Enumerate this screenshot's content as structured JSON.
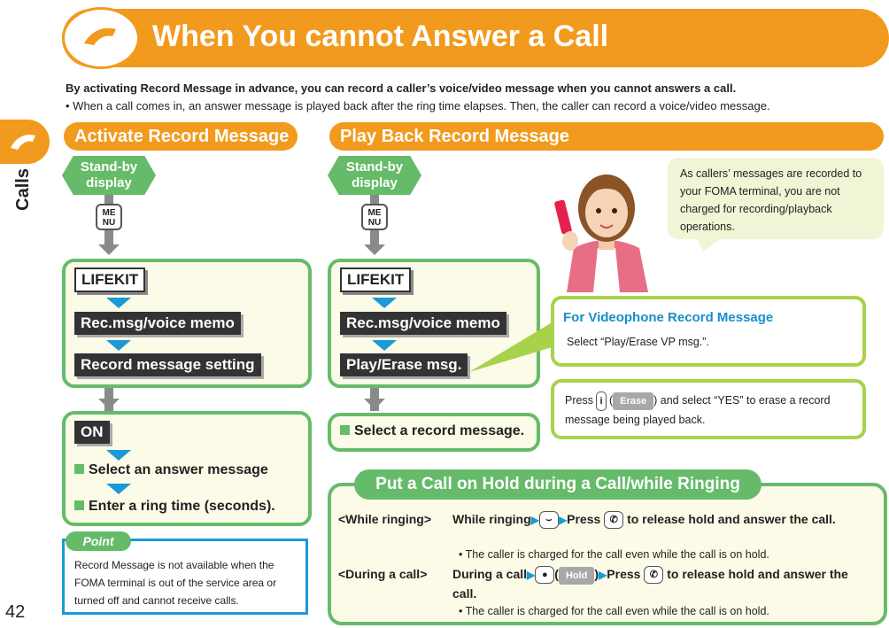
{
  "header": {
    "title": "When You cannot Answer a Call"
  },
  "intro": {
    "bold": "By activating Record Message in advance, you can record a caller’s voice/video message when you cannot answers a call.",
    "normal": "When a call comes in, an answer message is played back after the ring time elapses. Then, the caller can record a voice/video message."
  },
  "side": {
    "label": "Calls"
  },
  "page_number": "42",
  "activate": {
    "title": "Activate Record Message",
    "standby": "Stand-by display",
    "menu_key": "ME NU",
    "lifekit": "LIFEKIT",
    "item1": "Rec.msg/voice memo",
    "item2": "Record message setting",
    "on": "ON",
    "step_a": "Select an answer message",
    "step_b": "Enter a ring time (seconds)."
  },
  "point": {
    "tag": "Point",
    "text": "Record Message is not available when the FOMA terminal is out of the service area or turned off and cannot receive calls."
  },
  "playback": {
    "title": "Play Back Record Message",
    "standby": "Stand-by display",
    "menu_key": "ME NU",
    "lifekit": "LIFEKIT",
    "item1": "Rec.msg/voice memo",
    "item2": "Play/Erase msg.",
    "step": "Select a record message."
  },
  "note": {
    "text": "As callers’ messages are recorded to your FOMA terminal, you are not charged for recording/playback operations."
  },
  "videophone": {
    "title": "For Videophone Record Message",
    "text": "Select “Play/Erase VP msg.”."
  },
  "erase": {
    "press": "Press",
    "key": "i",
    "soft": "Erase",
    "text": ") and select “YES” to erase a record message being played back."
  },
  "hold": {
    "title": "Put a Call on Hold during a Call/while Ringing",
    "row1_label": "<While ringing>",
    "row1_a": "While ringing",
    "row1_b": "Press",
    "row1_c": "to release hold and answer the call.",
    "row1_note": "The caller is charged for the call even while the call is on hold.",
    "row2_label": "<During a call>",
    "row2_a": "During a call",
    "row2_soft": "Hold",
    "row2_b": "Press",
    "row2_c": "to release hold and answer the call.",
    "row2_note": "The caller is charged for the call even while the call is on hold."
  }
}
